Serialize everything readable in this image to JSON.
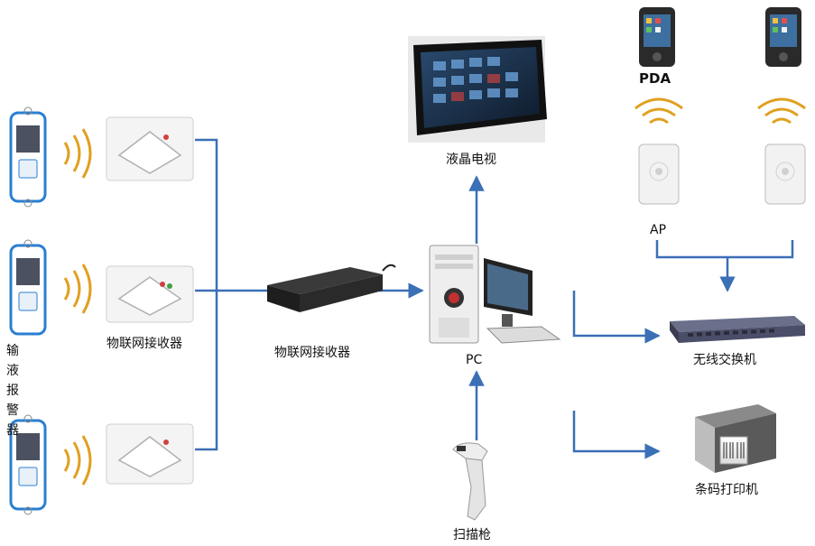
{
  "labels": {
    "infusion_alarm": [
      "输",
      "液",
      "报",
      "警",
      "器"
    ],
    "iot_receiver_left": "物联网接收器",
    "iot_receiver_center": "物联网接收器",
    "lcd_tv": "液晶电视",
    "pc": "PC",
    "pda": "PDA",
    "ap": "AP",
    "wireless_switch": "无线交换机",
    "barcode_printer": "条码打印机",
    "scanner": "扫描枪"
  },
  "colors": {
    "line": "#3b6fb6",
    "alarm_body": "#2a7fd0",
    "signal": "#e0a020"
  }
}
